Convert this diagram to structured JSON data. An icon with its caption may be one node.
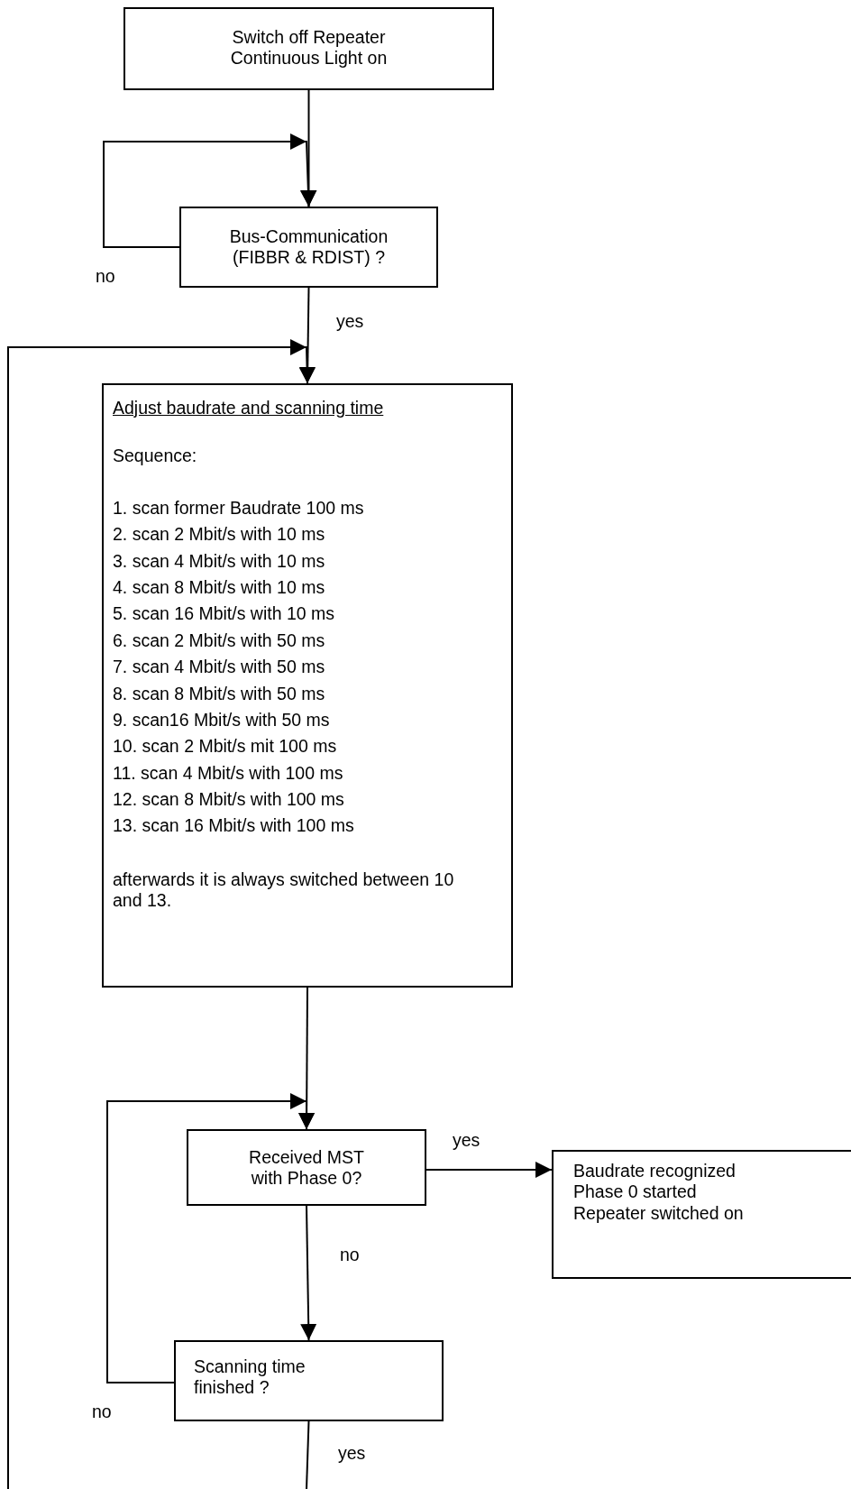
{
  "diagram": {
    "nodes": [
      {
        "text": [
          "Switch off Repeater",
          "Continuous Light on"
        ]
      },
      {
        "text": [
          "Bus-Communication (FIBBR & RDIST) ?"
        ]
      },
      {
        "text": [
          "Adjust baudrate and scanning time",
          "Sequence:",
          "1. scan former Baudrate 100 ms",
          "2. scan 2 Mbit/s with 10 ms",
          "3. scan 4 Mbit/s with 10 ms",
          "4. scan 8 Mbit/s with 10 ms",
          "5. scan 16 Mbit/s with 10 ms",
          "6. scan 2 Mbit/s with 50 ms",
          "7. scan 4 Mbit/s with 50 ms",
          "8. scan 8 Mbit/s with 50 ms",
          "9. scan16 Mbit/s with 50 ms",
          "10. scan 2 Mbit/s mit 100 ms",
          "11. scan 4 Mbit/s with 100 ms",
          "12. scan 8 Mbit/s with 100 ms",
          "13. scan 16 Mbit/s with 100 ms",
          "afterwards it is always switched between 10 and 13."
        ]
      },
      {
        "text": [
          "Received MST with Phase 0?"
        ]
      },
      {
        "text": [
          "Scanning time finished ?"
        ]
      },
      {
        "text": [
          "Baudrate recognized",
          "Phase 0 started",
          "Repeater switched on"
        ]
      }
    ],
    "edges": [
      {
        "from": 0,
        "to": 1,
        "arrow": "to"
      },
      {
        "from": 1,
        "to": 1,
        "arrow": "to",
        "label": "no"
      },
      {
        "from": 1,
        "to": 2,
        "arrow": "to",
        "label": "yes"
      },
      {
        "from": null,
        "to": 2,
        "arrow": "to"
      },
      {
        "from": 2,
        "to": 3,
        "arrow": "to"
      },
      {
        "from": 3,
        "to": 5,
        "arrow": "to",
        "label": "yes"
      },
      {
        "from": 3,
        "to": 4,
        "arrow": "to",
        "label": "no"
      },
      {
        "from": 4,
        "to": 3,
        "arrow": "to",
        "label": "no"
      },
      {
        "from": 4,
        "to": null,
        "arrow": "none",
        "label": "yes"
      }
    ]
  }
}
